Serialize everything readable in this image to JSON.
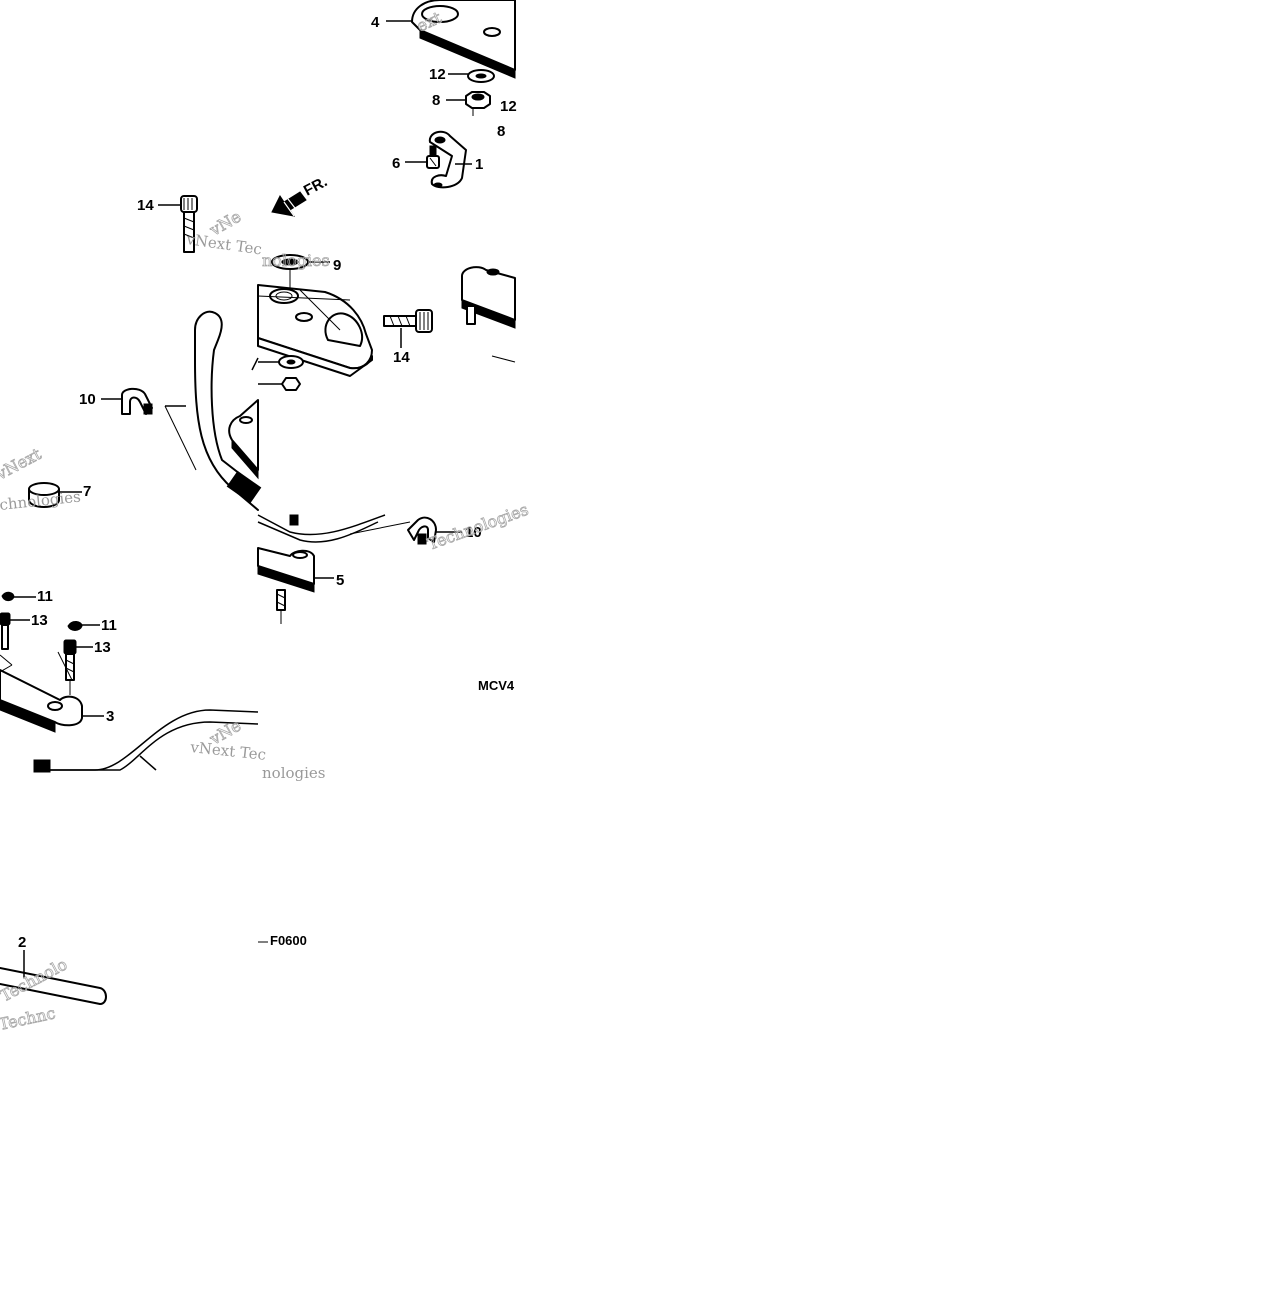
{
  "diagram": {
    "callouts": [
      "4",
      "12",
      "8",
      "12",
      "8",
      "6",
      "1",
      "14",
      "9",
      "14",
      "10",
      "7",
      "10",
      "5",
      "11",
      "13",
      "11",
      "13",
      "3",
      "2"
    ],
    "front_arrow_label": "FR.",
    "drawing_codes": {
      "left": "MCV4",
      "right": "F0600"
    },
    "watermarks": [
      "vNext",
      "Technologies",
      "vNext Tec",
      "nologies",
      "Technc",
      "Technolo",
      "ext",
      "chnologies",
      "vNext Tec",
      "nologies",
      "vNe",
      "vNe"
    ]
  }
}
